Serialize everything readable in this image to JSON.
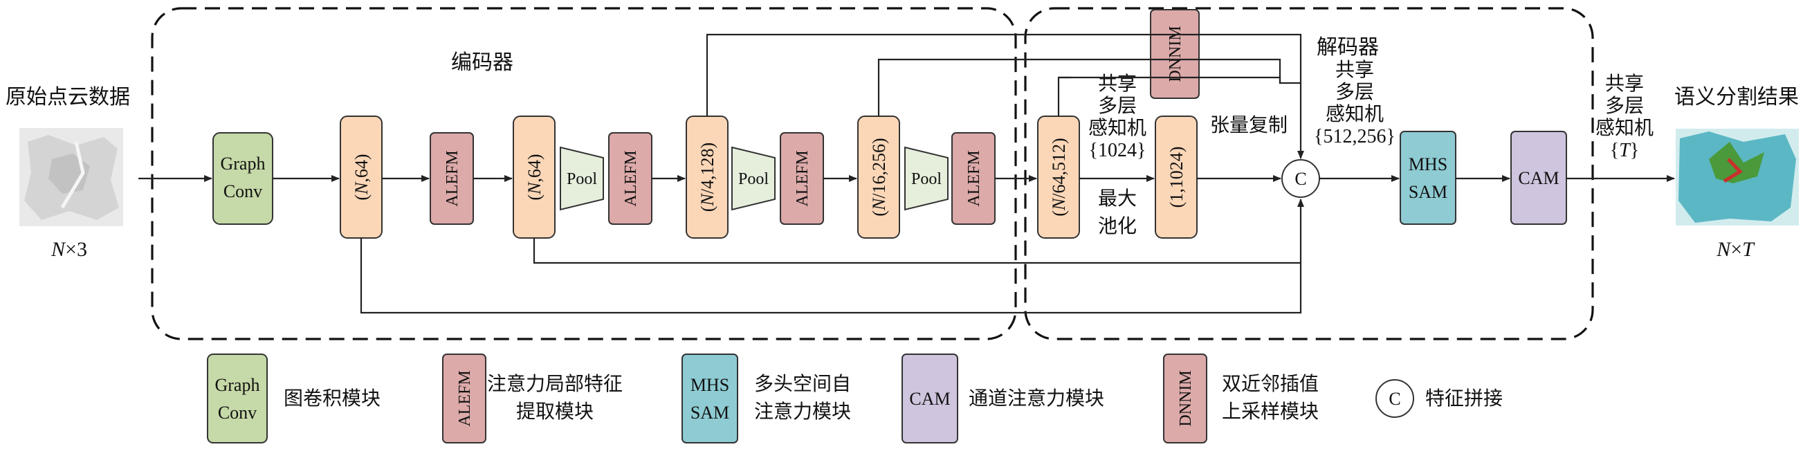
{
  "colors": {
    "graph_conv": "#c6d9a8",
    "tensor": "#fbd7b8",
    "alefm": "#dcaaa9",
    "pool": "#e5efdc",
    "mhs_sam": "#8ecbd2",
    "cam": "#cfc5de",
    "dnnim": "#dcaaa9"
  },
  "labels": {
    "input_title": "原始点云数据",
    "input_size_var": "N",
    "input_size_rest": "×3",
    "encoder": "编码器",
    "decoder": "解码器",
    "output_title": "语义分割结果",
    "output_size_var": "N",
    "output_size_mid": "×",
    "output_size_var2": "T"
  },
  "blocks": {
    "graph_conv_line1": "Graph",
    "graph_conv_line2": "Conv",
    "alefm": "ALEFM",
    "pool": "Pool",
    "dnnim": "DNNIM",
    "mhs": "MHS",
    "sam": "SAM",
    "cam": "CAM",
    "concat": "C"
  },
  "tensors": {
    "t1_var": "N",
    "t1_rest": ",64)",
    "t2_var": "N",
    "t2_rest": ",64)",
    "t3_var": "N",
    "t3_rest": "/4,128)",
    "t4_var": "N",
    "t4_rest": "/16,256)",
    "t5_var": "N",
    "t5_rest": "/64,512)",
    "t6": "(1,1024)",
    "open_paren": "("
  },
  "annotations": {
    "mlp1": [
      "共享",
      "多层",
      "感知机",
      "{1024}"
    ],
    "maxpool": [
      "最大",
      "池化"
    ],
    "copy": "张量复制",
    "mlp2": [
      "共享",
      "多层",
      "感知机",
      "{512,256}"
    ],
    "mlp3": [
      "共享",
      "多层",
      "感知机"
    ],
    "mlp3_param_open": "{",
    "mlp3_param_var": "T",
    "mlp3_param_close": "}"
  },
  "legend": {
    "graph_conv": "图卷积模块",
    "alefm_line1": "注意力局部特征",
    "alefm_line2": "提取模块",
    "mhs_line1": "多头空间自",
    "mhs_line2": "注意力模块",
    "cam": "通道注意力模块",
    "dnnim_line1": "双近邻插值",
    "dnnim_line2": "上采样模块",
    "concat": "特征拼接"
  }
}
